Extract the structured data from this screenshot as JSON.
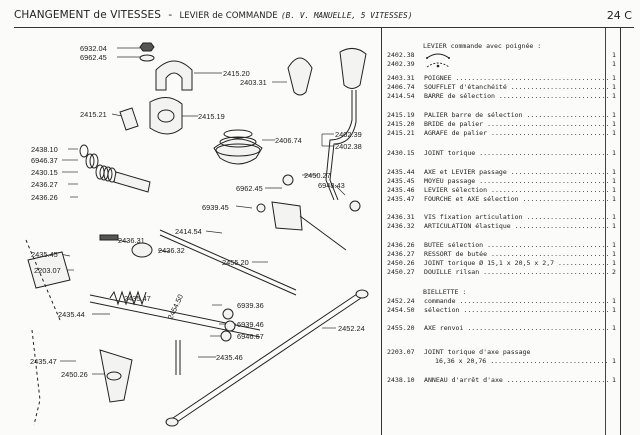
{
  "header": {
    "title": "CHANGEMENT de VITESSES",
    "separator": "-",
    "subtitle": "LEVIER de COMMANDE",
    "qualifier": "(B. V. MANUELLE, 5 VITESSES)",
    "page_number": "24 C"
  },
  "diagram_labels": [
    "6932.04",
    "6962.45",
    "2415.20",
    "2403.31",
    "2415.21",
    "2415.19",
    "2406.74",
    "2402.39",
    "2402.38",
    "2438.10",
    "6946.37",
    "2430.15",
    "2436.27",
    "2436.26",
    "2450.27",
    "6948.43",
    "6962.45",
    "6939.45",
    "2414.54",
    "2436.31",
    "2436.32",
    "2435.45",
    "2203.07",
    "2455.20",
    "2435.47",
    "6939.36",
    "2435.44",
    "6939.46",
    "6946.67",
    "2452.24",
    "2435.46",
    "2435.47",
    "2450.26",
    "2454.50"
  ],
  "parts_list": {
    "groups": [
      {
        "title": "LEVIER commande avec poignée :",
        "items": [
          {
            "ref": "2402.38",
            "desc": "",
            "qty": "1",
            "icon": "lever-knob-closed-icon"
          },
          {
            "ref": "2402.39",
            "desc": "",
            "qty": "1",
            "icon": "lever-knob-open-dot-icon"
          }
        ]
      },
      {
        "title": "",
        "items": [
          {
            "ref": "2403.31",
            "desc": "POIGNEE",
            "qty": "1"
          },
          {
            "ref": "2406.74",
            "desc": "SOUFFLET d'étanchéité",
            "qty": "1"
          },
          {
            "ref": "2414.54",
            "desc": "BARRE de sélection",
            "qty": "1"
          }
        ]
      },
      {
        "title": "",
        "items": [
          {
            "ref": "2415.19",
            "desc": "PALIER barre de sélection",
            "qty": "1"
          },
          {
            "ref": "2415.20",
            "desc": "BRIDE de palier",
            "qty": "1"
          },
          {
            "ref": "2415.21",
            "desc": "AGRAFE de palier",
            "qty": "1"
          }
        ]
      },
      {
        "title": "",
        "items": [
          {
            "ref": "2430.15",
            "desc": "JOINT torique",
            "qty": "1"
          }
        ]
      },
      {
        "title": "",
        "items": [
          {
            "ref": "2435.44",
            "desc": "AXE et LEVIER passage",
            "qty": "1"
          },
          {
            "ref": "2435.45",
            "desc": "MOYEU passage",
            "qty": "1"
          },
          {
            "ref": "2435.46",
            "desc": "LEVIER sélection",
            "qty": "1"
          },
          {
            "ref": "2435.47",
            "desc": "FOURCHE et AXE sélection",
            "qty": "1"
          }
        ]
      },
      {
        "title": "",
        "items": [
          {
            "ref": "2436.31",
            "desc": "VIS fixation articulation",
            "qty": "1"
          },
          {
            "ref": "2436.32",
            "desc": "ARTICULATION élastique",
            "qty": "1"
          }
        ]
      },
      {
        "title": "",
        "items": [
          {
            "ref": "2436.26",
            "desc": "BUTEE sélection",
            "qty": "1"
          },
          {
            "ref": "2436.27",
            "desc": "RESSORT de butée",
            "qty": "1"
          },
          {
            "ref": "2450.26",
            "desc": "JOINT torique Ø 15,1 x 20,5 x 2,7",
            "qty": "1"
          },
          {
            "ref": "2450.27",
            "desc": "DOUILLE rilsan",
            "qty": "2"
          }
        ]
      },
      {
        "title": "BIELLETTE :",
        "items": [
          {
            "ref": "2452.24",
            "desc": "commande",
            "qty": "1"
          },
          {
            "ref": "2454.50",
            "desc": "sélection",
            "qty": "1"
          }
        ]
      },
      {
        "title": "",
        "items": [
          {
            "ref": "2455.20",
            "desc": "AXE renvoi",
            "qty": "1"
          }
        ]
      },
      {
        "title": "",
        "items": [
          {
            "ref": "2203.07",
            "desc": "JOINT torique d'axe passage",
            "qty": "",
            "continuation": ""
          },
          {
            "ref": "",
            "desc": "16,36 x 20,76",
            "qty": "1"
          }
        ]
      },
      {
        "title": "",
        "items": [
          {
            "ref": "2438.10",
            "desc": "ANNEAU d'arrêt d'axe",
            "qty": "1"
          }
        ]
      }
    ]
  }
}
